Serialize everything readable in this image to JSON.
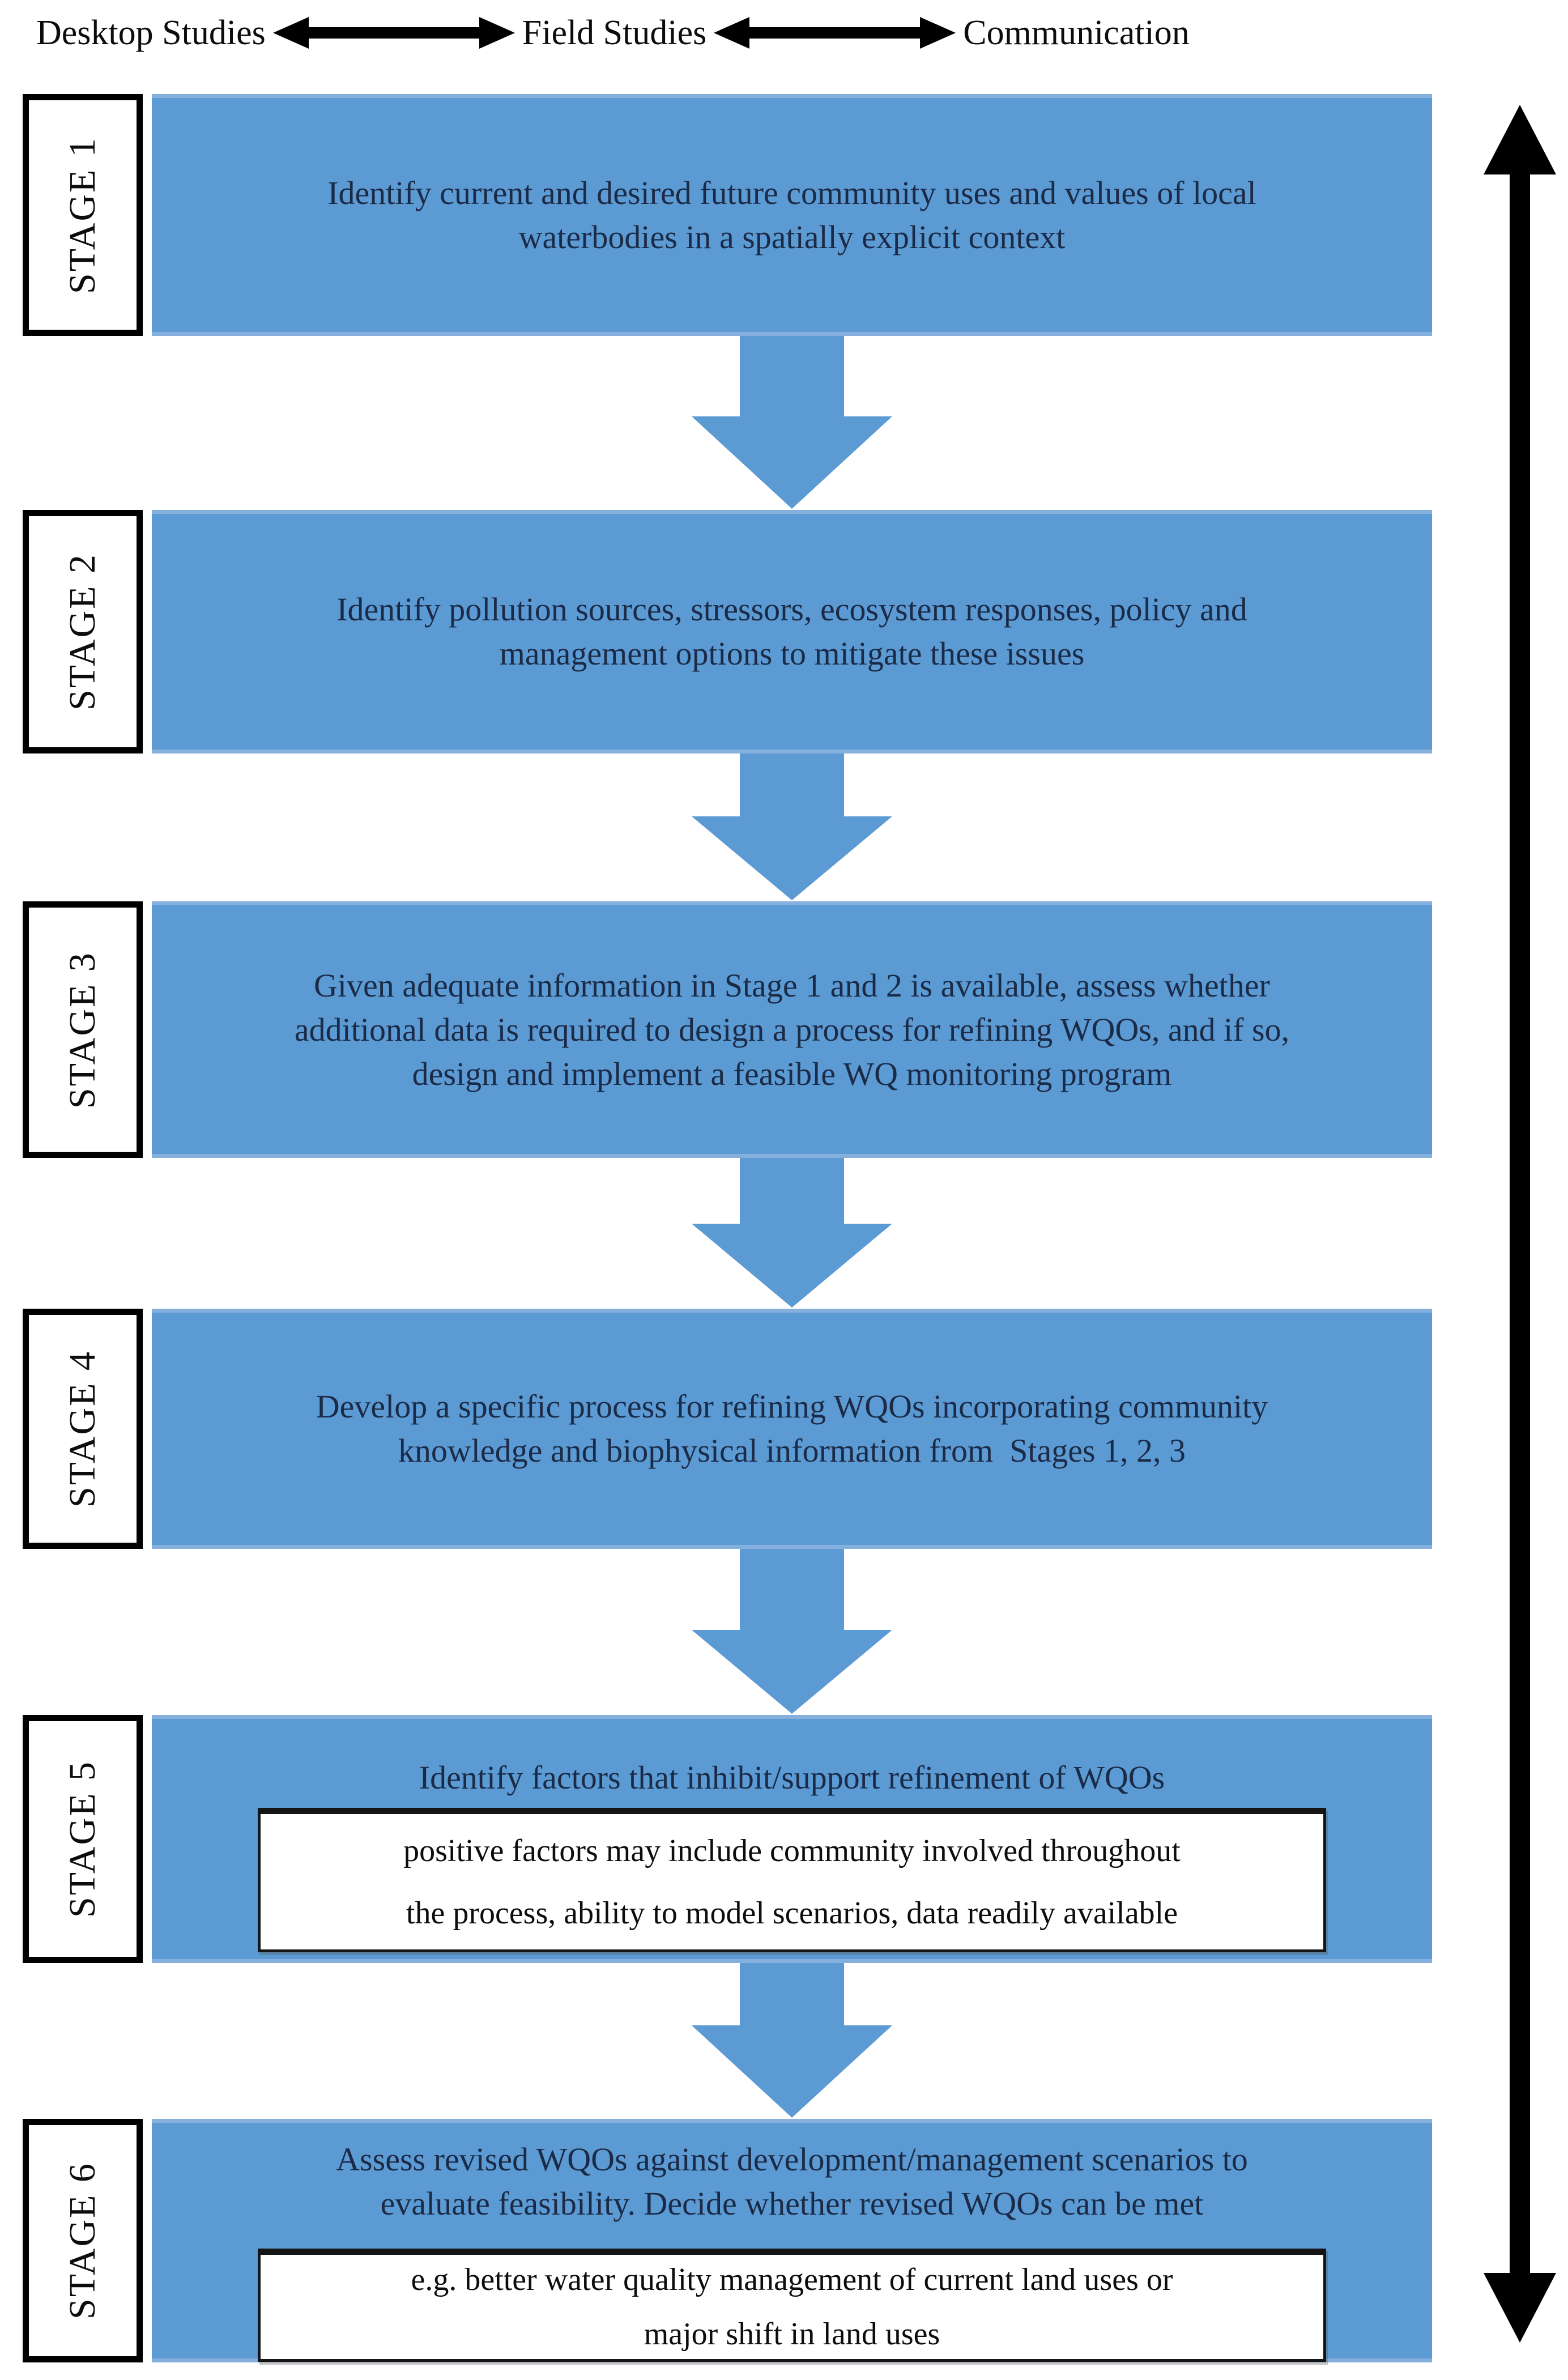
{
  "header": {
    "labels": [
      "Desktop Studies",
      "Field Studies",
      "Communication"
    ]
  },
  "stages": [
    {
      "label": "STAGE 1",
      "lines": [
        "Identify current and desired future community uses and values of local",
        "waterbodies in a spatially explicit context"
      ]
    },
    {
      "label": "STAGE 2",
      "lines": [
        "Identify pollution sources, stressors, ecosystem responses, policy and",
        "management options to mitigate these issues"
      ]
    },
    {
      "label": "STAGE 3",
      "lines": [
        "Given adequate information in Stage 1 and 2 is available, assess whether",
        "additional data is required to design a process for refining WQOs, and if so,",
        "design and implement a feasible WQ monitoring program"
      ]
    },
    {
      "label": "STAGE 4",
      "lines": [
        "Develop a specific process for refining WQOs incorporating community",
        "knowledge and biophysical information from  Stages 1, 2, 3"
      ]
    },
    {
      "label": "STAGE 5",
      "lines": [
        "Identify factors that inhibit/support refinement of WQOs"
      ],
      "note_lines": [
        "positive factors may include community involved throughout",
        "the process, ability to model scenarios, data readily available"
      ]
    },
    {
      "label": "STAGE 6",
      "lines": [
        "Assess revised WQOs against development/management scenarios to",
        "evaluate feasibility. Decide whether revised WQOs can be met"
      ],
      "note_lines": [
        "e.g. better water quality management of current land uses or",
        "major shift in land uses"
      ]
    }
  ],
  "colors": {
    "stage_fill": "#5b9ad3",
    "stage_edge_highlight": "#85afdc",
    "stage_text": "#1b2b47",
    "note_fill": "#ffffff",
    "note_text": "#0d0d0d",
    "arrow_black": "#000000",
    "label_text": "#0c0c0c"
  }
}
